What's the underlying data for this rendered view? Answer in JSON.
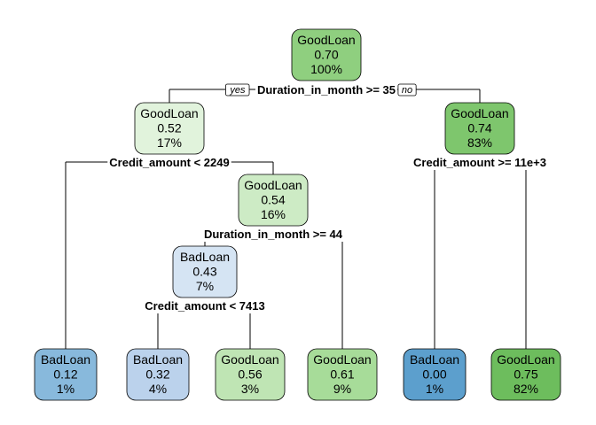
{
  "tree": {
    "root_label_yes": "yes",
    "root_label_no": "no",
    "nodes": [
      {
        "id": "n1",
        "cls": "GoodLoan",
        "prob": "0.70",
        "pct": "100%",
        "color": "#8fcf7f"
      },
      {
        "id": "n2",
        "cls": "GoodLoan",
        "prob": "0.52",
        "pct": "17%",
        "color": "#e1f3dc"
      },
      {
        "id": "n3",
        "cls": "GoodLoan",
        "prob": "0.74",
        "pct": "83%",
        "color": "#7ec66d"
      },
      {
        "id": "n4",
        "cls": "GoodLoan",
        "prob": "0.54",
        "pct": "16%",
        "color": "#cdebc5"
      },
      {
        "id": "n5",
        "cls": "BadLoan",
        "prob": "0.43",
        "pct": "7%",
        "color": "#d5e4f3"
      },
      {
        "id": "l1",
        "cls": "BadLoan",
        "prob": "0.12",
        "pct": "1%",
        "color": "#88b9dc"
      },
      {
        "id": "l2",
        "cls": "BadLoan",
        "prob": "0.32",
        "pct": "4%",
        "color": "#bbd2ec"
      },
      {
        "id": "l3",
        "cls": "GoodLoan",
        "prob": "0.56",
        "pct": "3%",
        "color": "#bfe5b4"
      },
      {
        "id": "l4",
        "cls": "GoodLoan",
        "prob": "0.61",
        "pct": "9%",
        "color": "#a7dc99"
      },
      {
        "id": "l5",
        "cls": "BadLoan",
        "prob": "0.00",
        "pct": "1%",
        "color": "#5c9fcd"
      },
      {
        "id": "l6",
        "cls": "GoodLoan",
        "prob": "0.75",
        "pct": "82%",
        "color": "#6dbd5d"
      }
    ],
    "splits": [
      {
        "id": "s1",
        "text": "Duration_in_month >= 35"
      },
      {
        "id": "s2",
        "text": "Credit_amount < 2249"
      },
      {
        "id": "s3",
        "text": "Credit_amount >= 11e+3"
      },
      {
        "id": "s4",
        "text": "Duration_in_month >= 44"
      },
      {
        "id": "s5",
        "text": "Credit_amount < 7413"
      }
    ]
  }
}
